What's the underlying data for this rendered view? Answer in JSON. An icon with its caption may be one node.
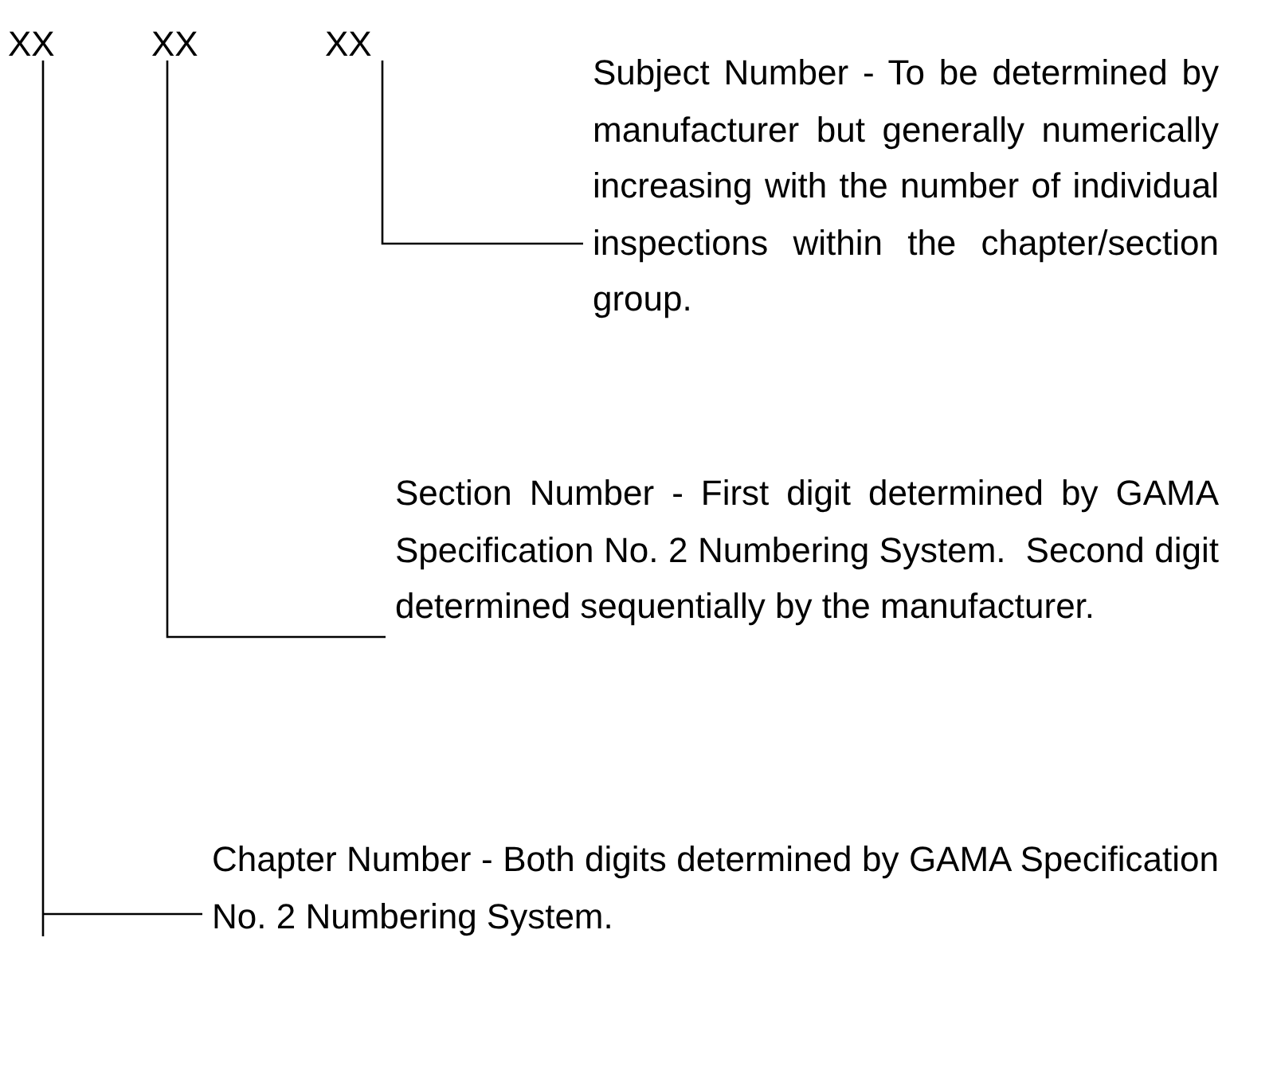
{
  "diagram": {
    "nodes": [
      {
        "text": [
          "XX"
        ]
      },
      {
        "text": [
          "XX"
        ]
      },
      {
        "text": [
          "XX"
        ]
      },
      {
        "text": [
          "Subject Number - To be determined by manufacturer but generally numerically increasing with the number of individual inspections within the chapter/section group."
        ]
      },
      {
        "text": [
          "Section Number - First digit determined by GAMA Specification No. 2 Numbering System.  Second digit determined sequentially by the manufacturer."
        ]
      },
      {
        "text": [
          "Chapter Number - Both digits determined by GAMA Specification No. 2 Numbering System."
        ]
      }
    ],
    "edges": [
      {
        "from": 3,
        "to": 2,
        "arrow": "none"
      },
      {
        "from": 4,
        "to": 1,
        "arrow": "none"
      },
      {
        "from": 5,
        "to": 0,
        "arrow": "none"
      }
    ]
  }
}
